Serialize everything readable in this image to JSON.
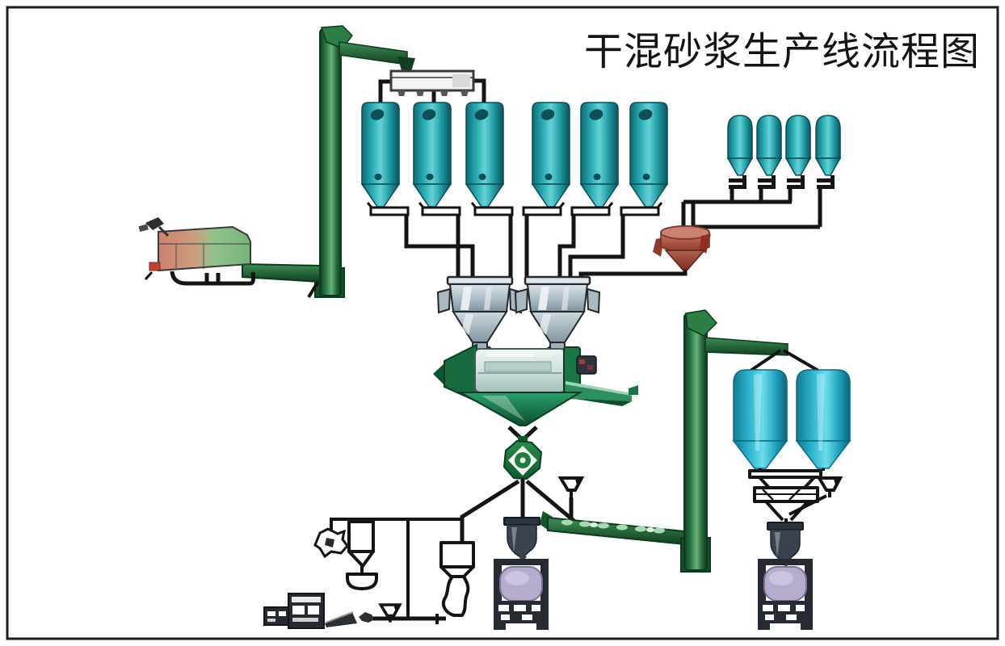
{
  "title": "干混砂浆生产线流程图",
  "palette": {
    "background": "#ffffff",
    "frame": "#1c1c1c",
    "ink": "#141414",
    "silo_teal": "#2aacb4",
    "product_cyan": "#2fb6d0",
    "elevator_green": "#2e7d44",
    "mixer_green": "#1d8a58",
    "metal_gray": "#aebfc8",
    "additive_red": "#ab5544",
    "bag_purple": "#b6adce",
    "machine_dark": "#262b33"
  },
  "equipment": [
    "feeder-machine",
    "bucket-elevator-1",
    "vibrating-screen",
    "raw-material-silos",
    "silo-discharge-screws",
    "additive-bins",
    "additive-weigh-hopper",
    "weigh-hopper-1",
    "weigh-hopper-2",
    "mixer",
    "discharge-chute",
    "buffer-valve",
    "packing-machine-1",
    "bag-dump-funnel",
    "belt-conveyor",
    "bucket-elevator-2",
    "finished-product-silos",
    "product-weigher",
    "packing-machine-2",
    "dust-collector-cyclone",
    "filter-bag",
    "surge-hopper",
    "control-cabinets",
    "screw-conveyor"
  ]
}
